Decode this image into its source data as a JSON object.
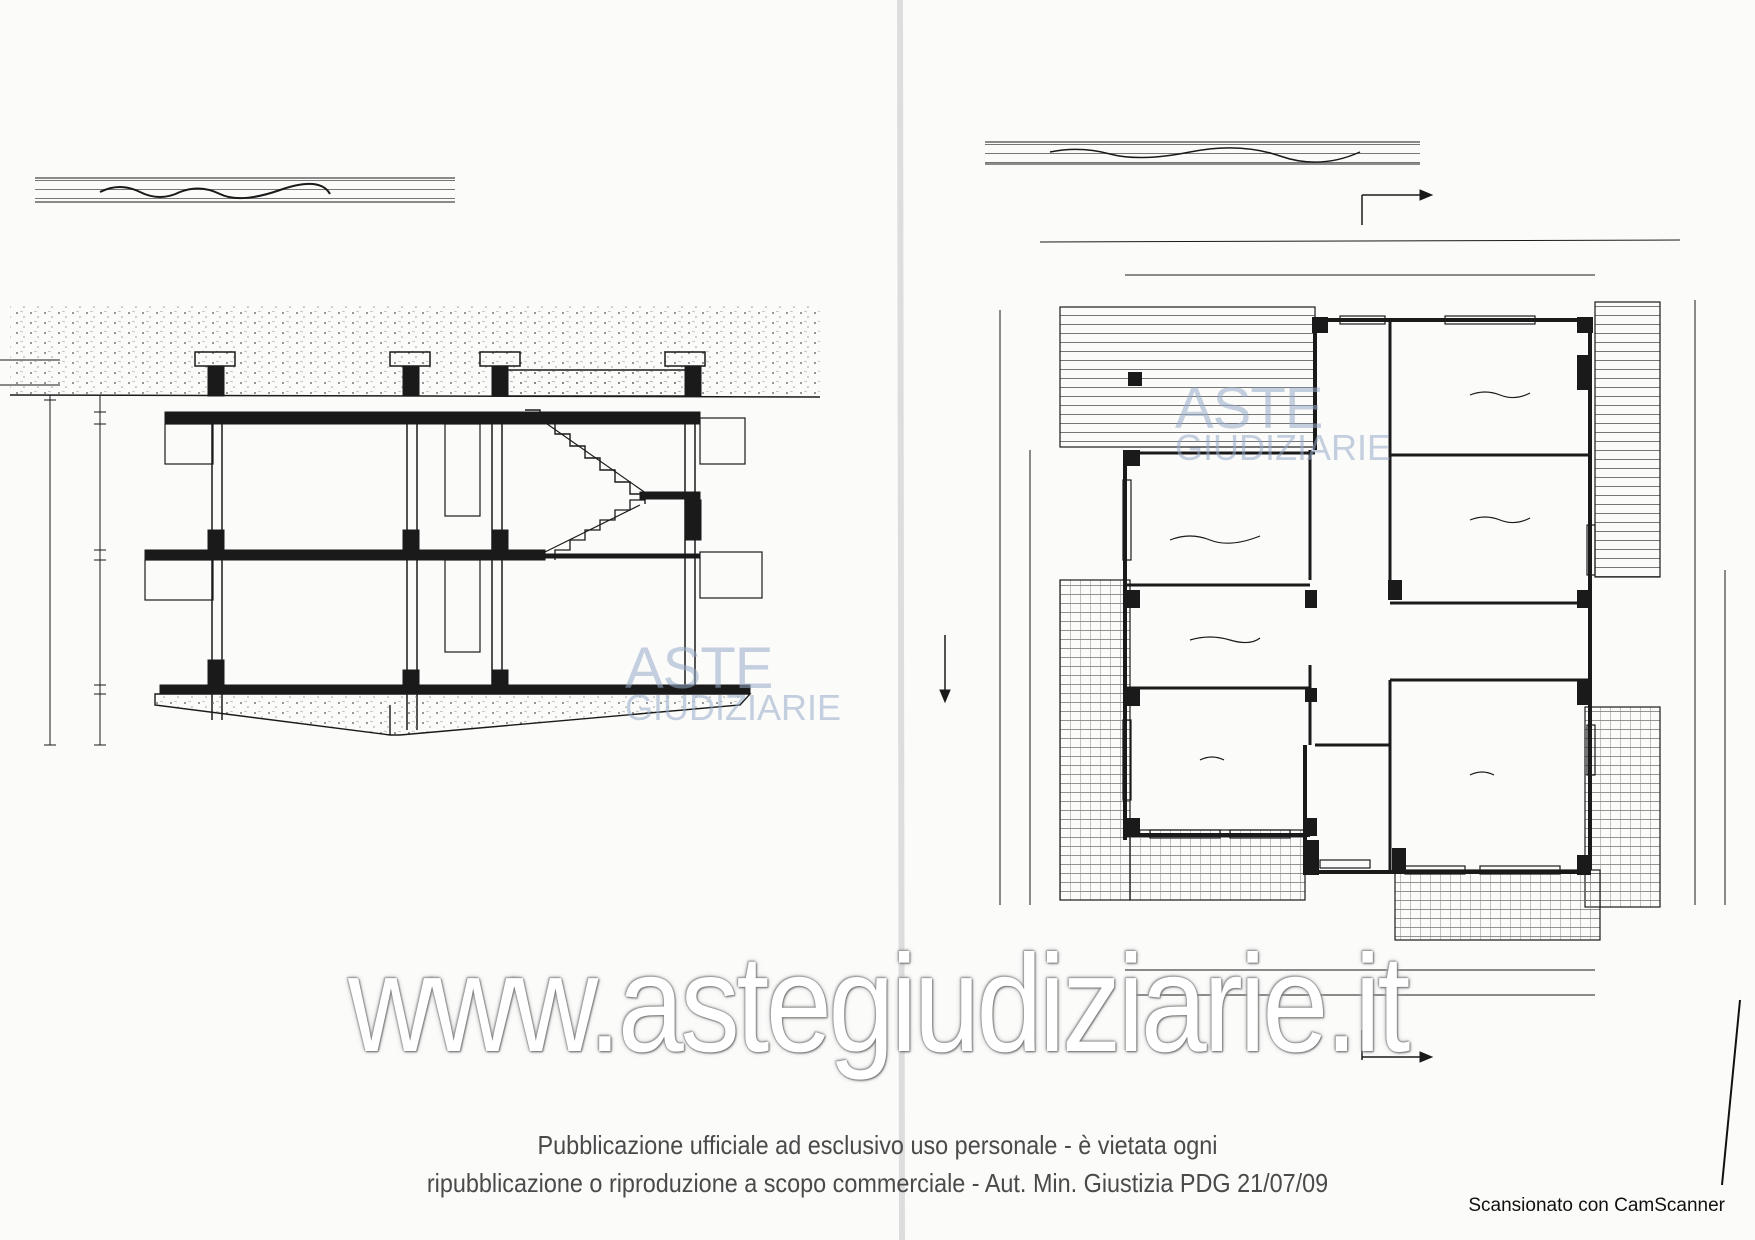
{
  "watermark": {
    "site": "www.astegiudiziarie.it",
    "logo_main": "ASTE",
    "logo_sub": "GIUDIZIARIE"
  },
  "disclaimer": {
    "line1": "Pubblicazione ufficiale ad esclusivo uso personale - è vietata ogni",
    "line2": "ripubblicazione o riproduzione a scopo commerciale - Aut. Min. Giustizia PDG 21/07/09"
  },
  "scanner_credit": "Scansionato con CamScanner",
  "colors": {
    "ink": "#1a1a1a",
    "paper": "#fbfbfa",
    "watermark_blue": "#9fb3cf",
    "gavel": "#e8c9a4"
  }
}
